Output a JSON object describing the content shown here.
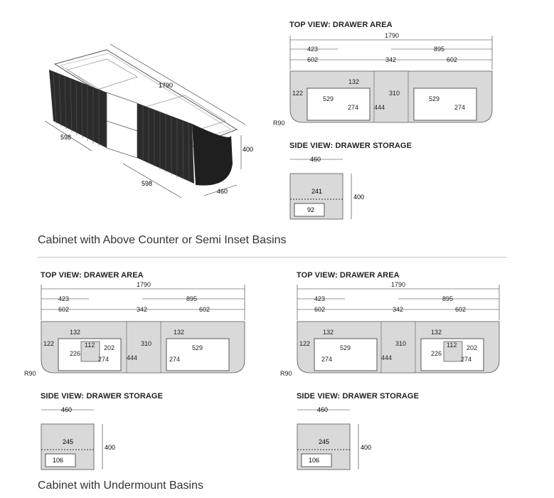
{
  "iso": {
    "d_length": "1790",
    "d_depth_a": "598",
    "d_depth_b": "598",
    "d_height": "400",
    "d_side": "460"
  },
  "views": {
    "top_title": "TOP VIEW: DRAWER AREA",
    "side_title": "SIDE VIEW: DRAWER STORAGE",
    "top_dims": {
      "overall": "1790",
      "left": "423",
      "right": "895",
      "left_drawer": "602",
      "mid": "342",
      "right_drawer": "602",
      "radius": "R90",
      "side_h": "122",
      "inner_depth": "444",
      "gap": "310",
      "fill": "#d9d9d9"
    },
    "top_a": {
      "d132": "132",
      "d529_left": "529",
      "d274_left": "274",
      "d529_right": "529",
      "d274_right": "274"
    },
    "side_a": {
      "width": "460",
      "height": "400",
      "inner": "241",
      "small": "92"
    },
    "top_b": {
      "d132_left": "132",
      "d226": "226",
      "d112": "112",
      "d202": "202",
      "d274_left": "274",
      "d132_right": "132",
      "d529": "529",
      "d274_right": "274"
    },
    "side_b": {
      "width": "460",
      "height": "400",
      "inner": "245",
      "small": "106"
    },
    "top_c": {
      "d132_left": "132",
      "d529": "529",
      "d274_left": "274",
      "d132_right": "132",
      "d112": "112",
      "d226": "226",
      "d202": "202",
      "d274_right": "274"
    },
    "side_c": {
      "width": "460",
      "height": "400",
      "inner": "245",
      "small": "106"
    }
  },
  "captions": {
    "above": "Cabinet with Above Counter or Semi Inset Basins",
    "under": "Cabinet with Undermount Basins"
  }
}
